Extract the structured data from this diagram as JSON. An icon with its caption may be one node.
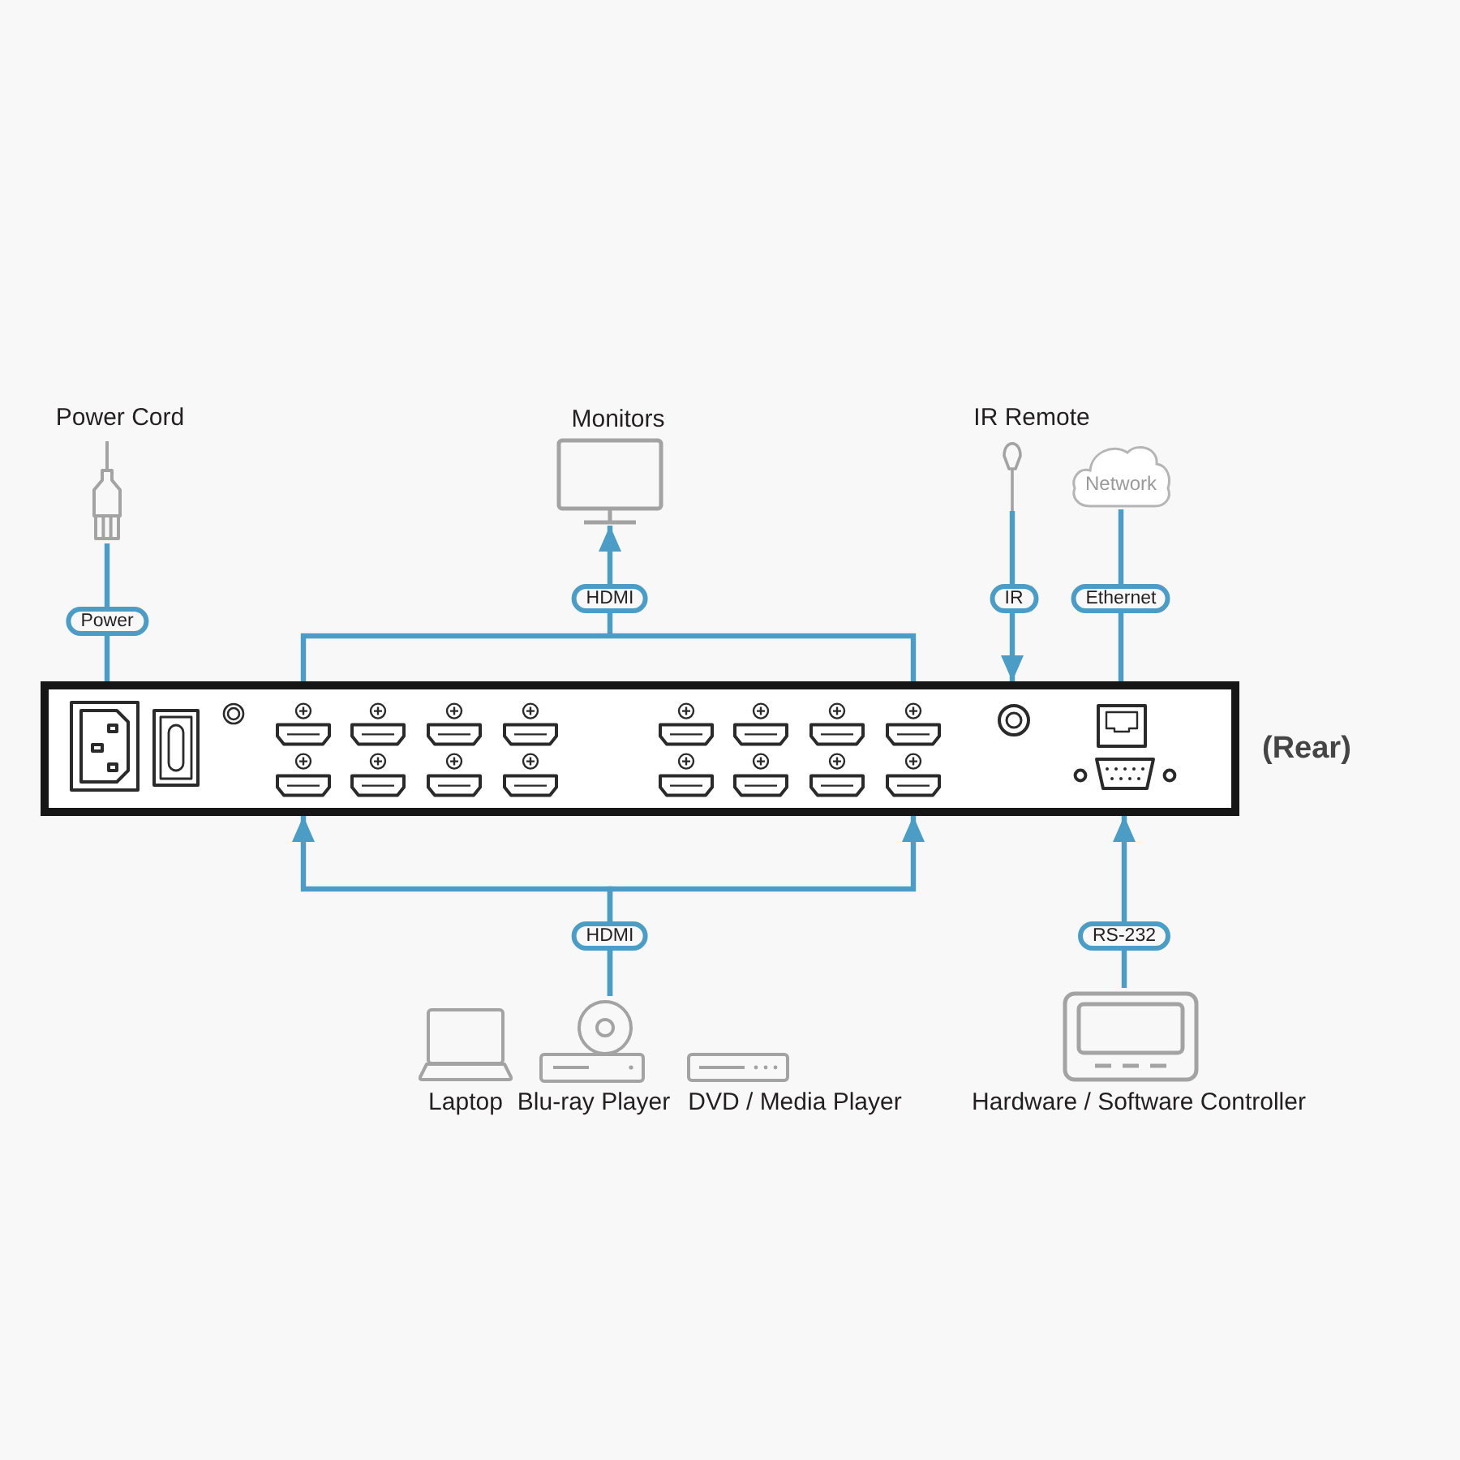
{
  "diagram": {
    "nodes": [
      {
        "text": [
          "Power Cord"
        ]
      },
      {
        "text": [
          "Monitors"
        ]
      },
      {
        "text": [
          "IR Remote"
        ]
      },
      {
        "text": [
          "Network"
        ]
      },
      {
        "text": [],
        "shape": "picture",
        "beside": [
          "(Rear)"
        ]
      },
      {
        "text": [
          "Laptop"
        ]
      },
      {
        "text": [
          "Blu-ray Player"
        ]
      },
      {
        "text": [
          "DVD / Media Player"
        ]
      },
      {
        "text": [
          "Hardware / Software Controller"
        ]
      }
    ],
    "edges": [
      {
        "from": 0,
        "to": 4,
        "arrow": "none",
        "label": "Power"
      },
      {
        "from": 4,
        "to": 1,
        "arrow": "to",
        "label": "HDMI"
      },
      {
        "from": 2,
        "to": 4,
        "arrow": "to",
        "label": "IR"
      },
      {
        "from": 3,
        "to": 4,
        "arrow": "none",
        "label": "Ethernet"
      },
      {
        "from": 6,
        "to": 4,
        "arrow": "to",
        "label": "HDMI"
      },
      {
        "from": 8,
        "to": 4,
        "arrow": "to",
        "label": "RS-232"
      }
    ]
  }
}
